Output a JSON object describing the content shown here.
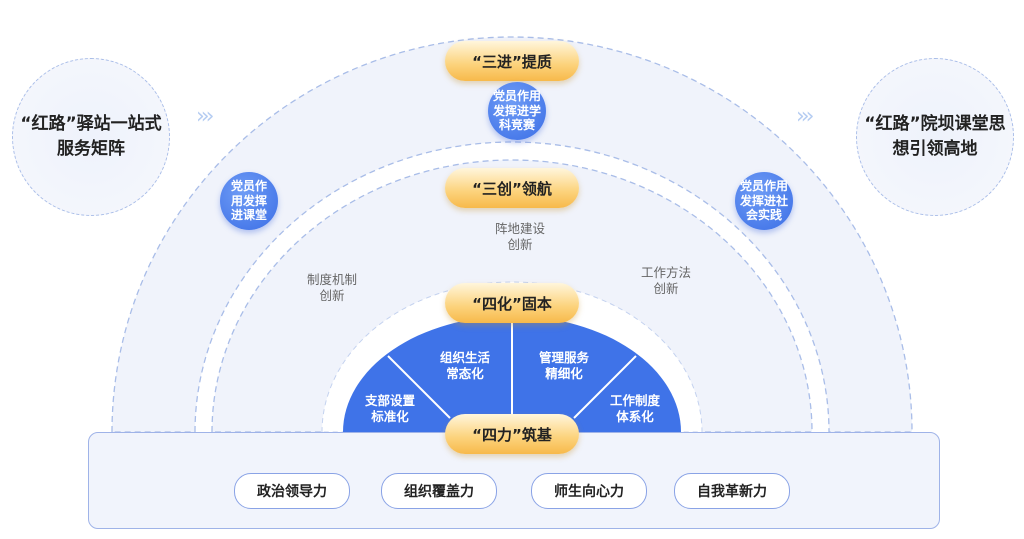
{
  "left_circle": "“红路”驿站一站式服务矩阵",
  "right_circle": "“红路”院坝课堂思想引领高地",
  "layers": {
    "outer": "“三进”提质",
    "middle": "“三创”领航",
    "inner": "“四化”固本",
    "base": "“四力”筑基"
  },
  "bubbles": [
    "党员作用发挥进学科竞赛",
    "党员作用发挥进课堂",
    "党员作用发挥进社会实践"
  ],
  "innovations": [
    "阵地建设创新",
    "制度机制创新",
    "工作方法创新"
  ],
  "sectors": [
    "支部设置标准化",
    "组织生活常态化",
    "管理服务精细化",
    "工作制度体系化"
  ],
  "forces": [
    "政治领导力",
    "组织覆盖力",
    "师生向心力",
    "自我革新力"
  ],
  "colors": {
    "blue": "#3f73e8",
    "gold": "#f7b94a",
    "light": "#eef2fb"
  }
}
